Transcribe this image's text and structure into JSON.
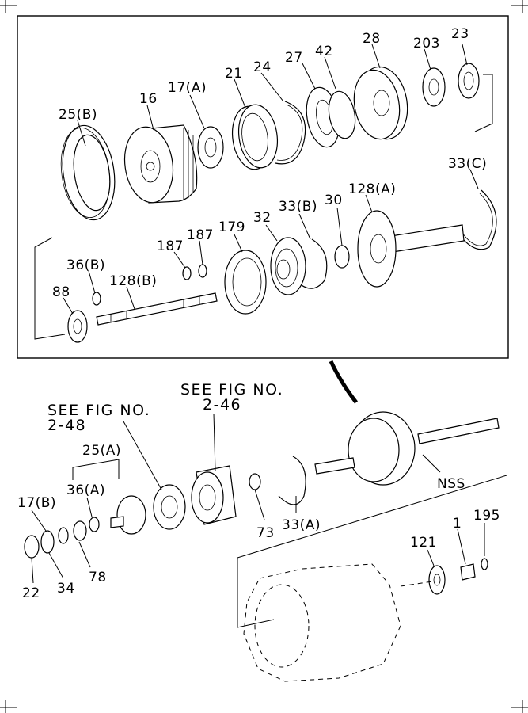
{
  "labels": {
    "p25b": "25(B)",
    "p16": "16",
    "p17a": "17(A)",
    "p21": "21",
    "p24": "24",
    "p27": "27",
    "p42": "42",
    "p28": "28",
    "p203": "203",
    "p23": "23",
    "p33c": "33(C)",
    "p128a": "128(A)",
    "p30": "30",
    "p33b": "33(B)",
    "p32": "32",
    "p179": "179",
    "p187a": "187",
    "p187b": "187",
    "p36b": "36(B)",
    "p128b": "128(B)",
    "p88": "88",
    "p25a": "25(A)",
    "p36a": "36(A)",
    "p17b": "17(B)",
    "p22": "22",
    "p34": "34",
    "p78": "78",
    "p73": "73",
    "p33a": "33(A)",
    "nss": "NSS",
    "p121": "121",
    "p1": "1",
    "p195": "195"
  },
  "references": {
    "ref246_line1": "SEE FIG NO.",
    "ref246_line2": "2-46",
    "ref248_line1": "SEE FIG NO.",
    "ref248_line2": "2-48"
  }
}
